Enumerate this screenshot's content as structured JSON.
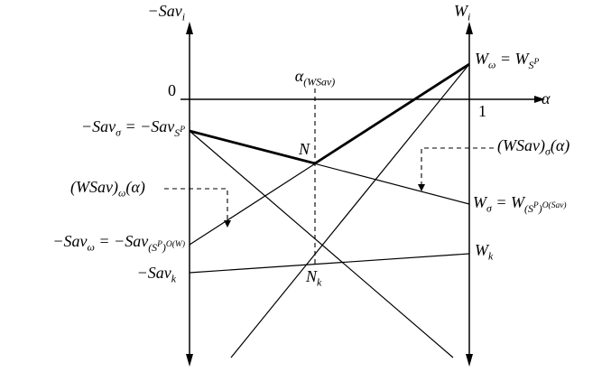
{
  "diagram": {
    "axes": {
      "left_axis_label": "−Sav_{i}",
      "right_axis_label": "W_{i}",
      "horizontal_axis_label": "α",
      "origin_label": "0",
      "one_label": "1"
    },
    "points": {
      "alpha_wsav": "α_{(WSav)}",
      "n": "N",
      "n_k": "N_{k}"
    },
    "left_labels": {
      "sav_sigma": "−Sav_{σ} = −Sav_{S^{P}}",
      "wsav_omega": "(WSav)_{ω}(α)",
      "sav_omega": "−Sav_{ω} = −Sav_{(S^{P})^{O(W)}}",
      "sav_k": "−Sav_{k}"
    },
    "right_labels": {
      "w_omega": "W_{ω} = W_{S^{P}}",
      "wsav_sigma": "(WSav)_{σ}(α)",
      "w_sigma": "W_{σ} = W_{(S^{P})^{O(Sav)}}",
      "w_k": "W_{k}"
    },
    "colors": {
      "line": "#000000",
      "background": "#ffffff"
    }
  }
}
